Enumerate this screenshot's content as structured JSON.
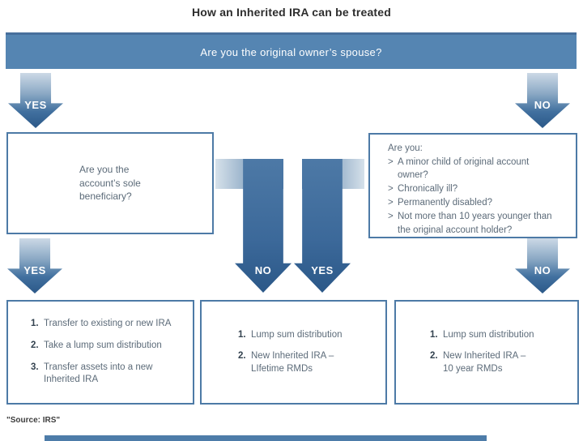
{
  "title": "How an Inherited IRA can be treated",
  "banner": {
    "question": "Are you  the original owner’s spouse?"
  },
  "labels": {
    "yes": "YES",
    "no": "NO"
  },
  "sole_beneficiary_box": {
    "text": "Are you the\naccount’s sole\nbeneficiary?"
  },
  "eligibility_box": {
    "intro": "Are you:",
    "marker": ">",
    "items": [
      "A minor child of original account\nowner?",
      "Chronically ill?",
      "Permanently disabled?",
      "Not more than 10 years younger than\nthe original account holder?"
    ]
  },
  "outcome_boxes": {
    "spouse": {
      "items": [
        {
          "num": "1.",
          "text": "Transfer to existing or new IRA"
        },
        {
          "num": "2.",
          "text": "Take a lump sum distribution"
        },
        {
          "num": "3.",
          "text": "Transfer assets into a new\nInherited IRA"
        }
      ]
    },
    "non_sole": {
      "items": [
        {
          "num": "1.",
          "text": "Lump sum distribution"
        },
        {
          "num": "2.",
          "text": "New Inherited IRA –\nLIfetime RMDs"
        }
      ]
    },
    "non_eligible": {
      "items": [
        {
          "num": "1.",
          "text": "Lump sum distribution"
        },
        {
          "num": "2.",
          "text": "New Inherited IRA –\n10 year RMDs"
        }
      ]
    }
  },
  "source": "\"Source: IRS\"",
  "colors": {
    "banner_blue": "#5585b2",
    "arrow_dark": "#2b5888",
    "arrow_light": "#ccd9e6",
    "box_border": "#4d7aa6",
    "body_text": "#5c6b79",
    "number_text": "#33424f"
  }
}
